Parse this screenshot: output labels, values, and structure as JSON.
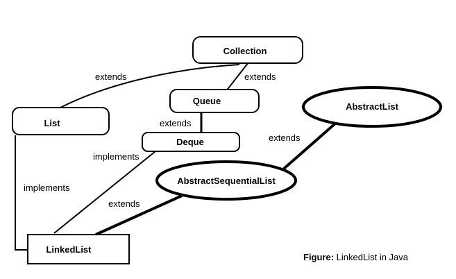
{
  "nodes": {
    "collection": "Collection",
    "queue": "Queue",
    "list": "List",
    "deque": "Deque",
    "abstract_list": "AbstractList",
    "abstract_sequential_list": "AbstractSequentialList",
    "linked_list": "LinkedList"
  },
  "edges": {
    "list_extends_collection": "extends",
    "queue_extends_collection": "extends",
    "deque_extends_queue": "extends",
    "linkedlist_implements_deque": "implements",
    "linkedlist_implements_list": "implements",
    "asl_extends_abstractlist": "extends",
    "linkedlist_extends_asl": "extends"
  },
  "caption": {
    "prefix": "Figure:",
    "text": " LinkedList in Java"
  }
}
